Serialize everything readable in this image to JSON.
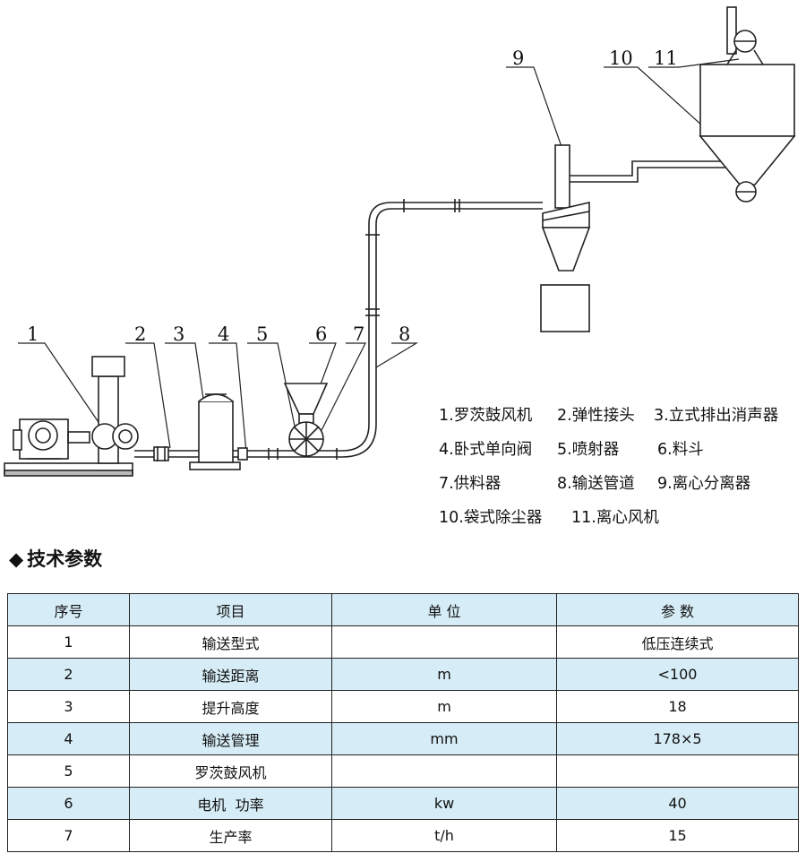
{
  "diagram": {
    "callouts": [
      "1",
      "2",
      "3",
      "4",
      "5",
      "6",
      "7",
      "8",
      "9",
      "10",
      "11"
    ]
  },
  "legend": [
    [
      "1.罗茨鼓风机",
      "2.弹性接头",
      "3.立式排出消声器"
    ],
    [
      "4.卧式单向阀",
      "5.喷射器",
      "6.料斗"
    ],
    [
      "7.供料器",
      "8.输送管道",
      "9.离心分离器"
    ],
    [
      "10.袋式除尘器",
      "11.离心风机"
    ]
  ],
  "section_title": "技术参数",
  "table": {
    "headers": [
      "序号",
      "项目",
      "单 位",
      "参 数"
    ],
    "rows": [
      [
        "1",
        "输送型式",
        "",
        "低压连续式"
      ],
      [
        "2",
        "输送距离",
        "m",
        "<100"
      ],
      [
        "3",
        "提升高度",
        "m",
        "18"
      ],
      [
        "4",
        "输送管理",
        "mm",
        "178×5"
      ],
      [
        "5",
        "罗茨鼓风机",
        "",
        ""
      ],
      [
        "6",
        "电机  功率",
        "kw",
        "40"
      ],
      [
        "7",
        "生产率",
        "t/h",
        "15"
      ]
    ]
  }
}
